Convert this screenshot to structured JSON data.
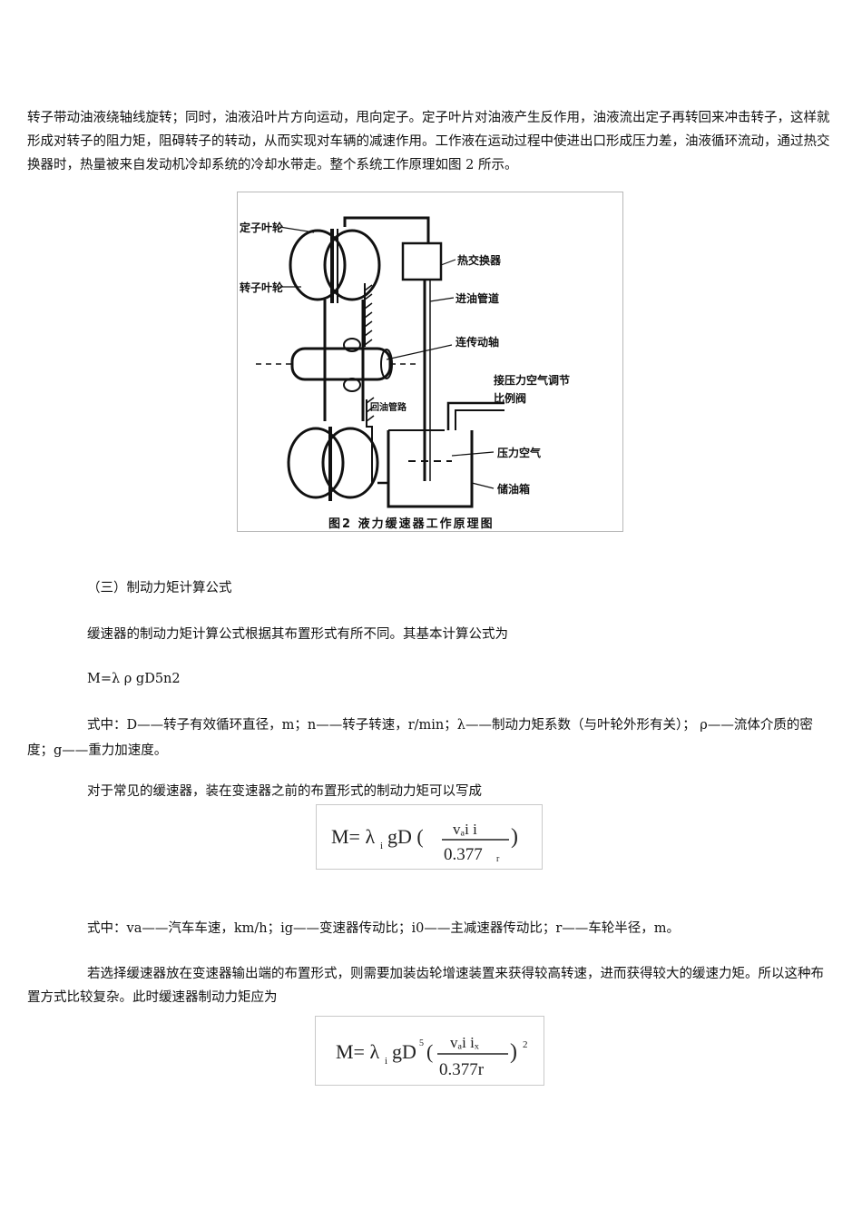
{
  "intro_paragraph": "转子带动油液绕轴线旋转；同时，油液沿叶片方向运动，甩向定子。定子叶片对油液产生反作用，油液流出定子再转回来冲击转子，这样就形成对转子的阻力矩，阻碍转子的转动，从而实现对车辆的减速作用。工作液在运动过程中使进出口形成压力差，油液循环流动，通过热交换器时，热量被来自发动机冷却系统的冷却水带走。整个系统工作原理如图 2 所示。",
  "figure": {
    "labels": {
      "stator": "定子叶轮",
      "rotor": "转子叶轮",
      "heat_exchanger": "热交换器",
      "inlet_pipe": "进油管道",
      "shaft": "连传动轴",
      "valve": "接压力空气调节",
      "valve_line2": "比例阀",
      "return_pipe": "回油管路",
      "air": "压力空气",
      "tank": "储油箱"
    },
    "caption": "图2  液力缓速器工作原理图"
  },
  "section_heading": "（三）制动力矩计算公式",
  "para_basic": "缓速器的制动力矩计算公式根据其布置形式有所不同。其基本计算公式为",
  "formula_basic": "M=λ ρ gD5n2",
  "para_where1": "式中：D——转子有效循环直径，m；n——转子转速，r/min；λ——制动力矩系数（与叶轮外形有关）；    ρ——流体介质的密度；g——重力加速度。",
  "para_before": "对于常见的缓速器，装在变速器之前的布置形式的制动力矩可以写成",
  "formula1": {
    "lhs": "M= λ",
    "sub": "i",
    "mid": "gD (",
    "num": "vₐi i",
    "den": "0.377",
    "den_sub": "r",
    "close": ")"
  },
  "para_where2": "式中：va——汽车车速，km/h；ig——变速器传动比；i0——主减速器传动比；r——车轮半径，m。",
  "para_after": "若选择缓速器放在变速器输出端的布置形式，则需要加装齿轮增速装置来获得较高转速，进而获得较大的缓速力矩。所以这种布置方式比较复杂。此时缓速器制动力矩应为",
  "formula2": {
    "lhs": "M= λ",
    "sub": "i",
    "mid": "gD",
    "sup5": "5",
    "open": "(",
    "num": "vₐi iₓ",
    "den": "0.377r",
    "close": ")",
    "sup2": "2"
  }
}
